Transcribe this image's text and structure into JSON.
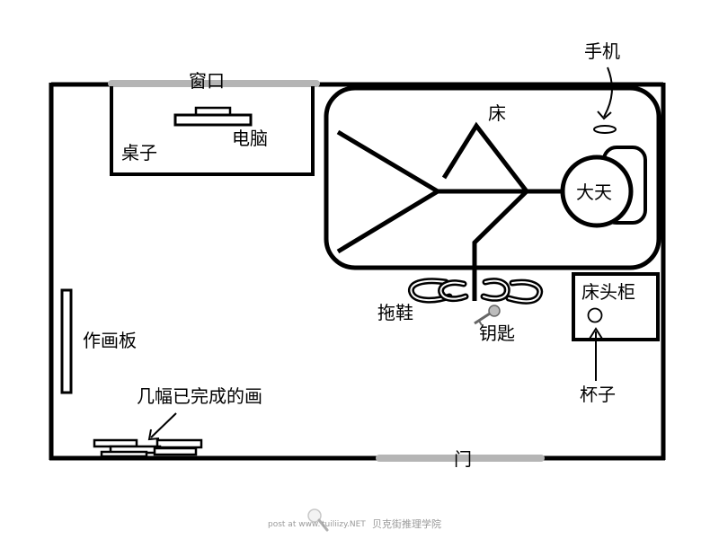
{
  "labels": {
    "window": "窗口",
    "desk": "桌子",
    "computer": "电脑",
    "bed": "床",
    "phone": "手机",
    "person": "大天",
    "slippers": "拖鞋",
    "key": "钥匙",
    "nightstand": "床头柜",
    "cup": "杯子",
    "easel": "作画板",
    "paintings": "几幅已完成的画",
    "door": "门"
  },
  "watermark": {
    "prefix": "post at www.",
    "domain": "tuiliizy.NET",
    "brand": "贝克街推理学院"
  },
  "colors": {
    "wall": "#000000",
    "opening": "#b5b5b5",
    "key_fill": "#bcbcbc"
  }
}
